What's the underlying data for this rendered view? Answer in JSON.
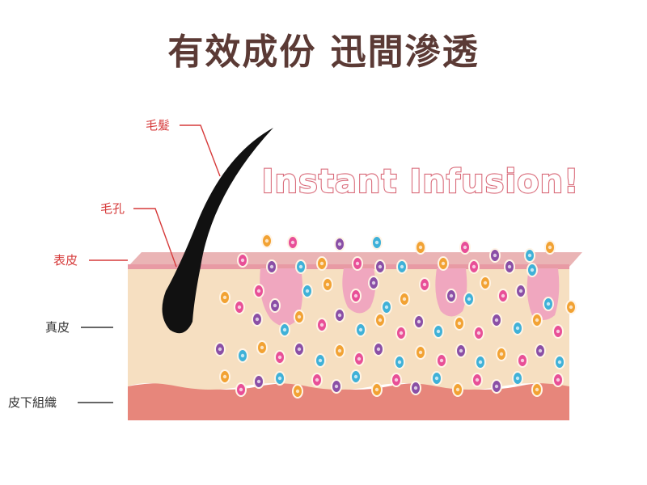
{
  "title": "有效成份  迅間滲透",
  "tagline": "Instant Infusion!",
  "labels": {
    "hair": "毛髮",
    "pore": "毛孔",
    "epidermis": "表皮",
    "dermis": "真皮",
    "subcutaneous": "皮下組織"
  },
  "colors": {
    "title": "#5b3a35",
    "label_red": "#d63a3a",
    "epidermis": "#e9b3b4",
    "dermis": "#f6dfc1",
    "subcutaneous": "#e7867b",
    "gland": "#f0a7bf",
    "hair": "#111111"
  },
  "particle_colors": [
    "#f2a233",
    "#e84f97",
    "#8a4fa6",
    "#3fb1d8"
  ]
}
